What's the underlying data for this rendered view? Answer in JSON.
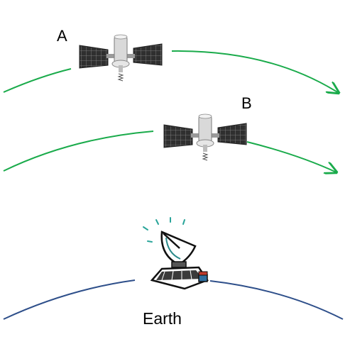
{
  "labels": {
    "satellite_a": "A",
    "satellite_b": "B",
    "earth": "Earth"
  },
  "colors": {
    "orbit": "#1aab4b",
    "earth_surface": "#2e4f8a",
    "panel": "#3a3a3a",
    "satellite_body": "#cfcfcf",
    "dish_accent": "#2a8a8a"
  },
  "icons": [
    "satellite-a-icon",
    "satellite-b-icon",
    "ground-station-dish-icon"
  ]
}
